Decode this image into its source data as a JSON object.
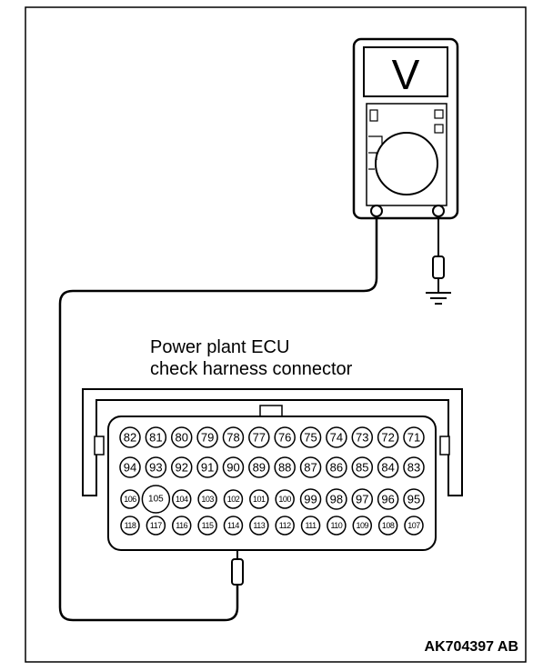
{
  "caption": {
    "line1": "Power plant ECU",
    "line2": "check harness connector"
  },
  "meter": {
    "display": "V"
  },
  "connector": {
    "rows": [
      [
        "82",
        "81",
        "80",
        "79",
        "78",
        "77",
        "76",
        "75",
        "74",
        "73",
        "72",
        "71"
      ],
      [
        "94",
        "93",
        "92",
        "91",
        "90",
        "89",
        "88",
        "87",
        "86",
        "85",
        "84",
        "83"
      ],
      [
        "106",
        "105",
        "104",
        "103",
        "102",
        "101",
        "100",
        "99",
        "98",
        "97",
        "96",
        "95"
      ],
      [
        "118",
        "117",
        "116",
        "115",
        "114",
        "113",
        "112",
        "111",
        "110",
        "109",
        "108",
        "107"
      ]
    ],
    "probed_pin": "114"
  },
  "reference": "AK704397 AB"
}
